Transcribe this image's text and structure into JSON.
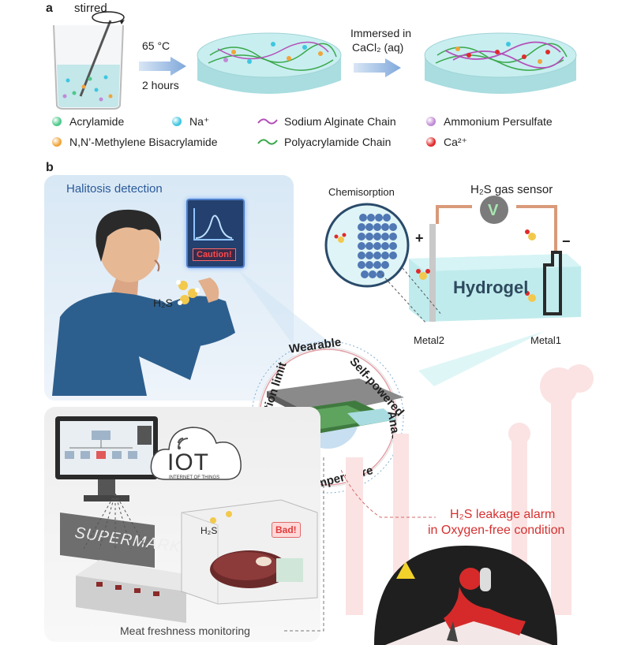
{
  "panel_a": {
    "label": "a",
    "stirred": "stirred",
    "arrow1_top": "65 °C",
    "arrow1_bottom": "2 hours",
    "arrow2_top": "Immersed in",
    "arrow2_bottom": "CaCl₂ (aq)",
    "legend": [
      {
        "label": "Acrylamide",
        "color": "#4cc98a",
        "kind": "dot"
      },
      {
        "label": "Na⁺",
        "color": "#3ec6e0",
        "kind": "dot"
      },
      {
        "label": "Sodium Alginate Chain",
        "color": "#b44fb8",
        "kind": "wave"
      },
      {
        "label": "Ammonium Persulfate",
        "color": "#c08ad6",
        "kind": "dot"
      },
      {
        "label": "N,N’-Methylene Bisacrylamide",
        "color": "#f0a43a",
        "kind": "dot"
      },
      {
        "label": "Polyacrylamide Chain",
        "color": "#3aa84a",
        "kind": "wave"
      },
      {
        "label": "Ca²⁺",
        "color": "#e02a2a",
        "kind": "dot"
      }
    ]
  },
  "panel_b": {
    "label": "b",
    "halitosis": "Halitosis detection",
    "caution": "Caution!",
    "h2s_person": "H₂S",
    "chemisorption": "Chemisorption",
    "sensor_title": "H₂S gas sensor",
    "voltmeter": "V",
    "plus": "+",
    "minus": "−",
    "hydrogel": "Hydrogel",
    "metal2": "Metal2",
    "metal1": "Metal1",
    "ring_words": [
      "Wearable",
      "Self-powered",
      "Anaerobic",
      "Room-temperature",
      "Low Detection limit"
    ],
    "iot": "IOT",
    "iot_sub": "INTERNET OF THINGS",
    "supermarket": "SUPERMARKET",
    "h2s_meat": "H₂S",
    "bad": "Bad!",
    "meat": "Meat freshness monitoring",
    "leak1": "H₂S leakage alarm",
    "leak2": "in Oxygen-free condition"
  }
}
